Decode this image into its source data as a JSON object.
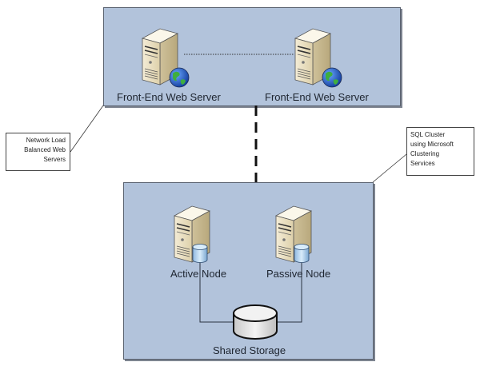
{
  "diagram": {
    "zones": {
      "web_tier": {
        "fill": "#b2c3db"
      },
      "sql_tier": {
        "fill": "#b2c3db"
      }
    },
    "nodes": {
      "web_server_1": {
        "label": "Front-End Web Server",
        "icon": "web-server-icon"
      },
      "web_server_2": {
        "label": "Front-End Web Server",
        "icon": "web-server-icon"
      },
      "active_node": {
        "label": "Active Node",
        "icon": "database-server-icon"
      },
      "passive_node": {
        "label": "Passive Node",
        "icon": "database-server-icon"
      },
      "shared_storage": {
        "label": "Shared Storage",
        "icon": "disk-storage-icon"
      }
    },
    "callouts": {
      "nlb": {
        "lines": [
          "Network Load",
          "Balanced Web",
          "Servers"
        ]
      },
      "sql": {
        "lines": [
          "SQL Cluster",
          "using Microsoft",
          "Clustering",
          "Services"
        ]
      }
    },
    "connections": [
      {
        "from": "web_server_1",
        "to": "web_server_2",
        "style": "dotted"
      },
      {
        "from": "web_tier",
        "to": "sql_tier",
        "style": "dashed-thick"
      },
      {
        "from": "active_node",
        "to": "shared_storage",
        "style": "solid"
      },
      {
        "from": "passive_node",
        "to": "shared_storage",
        "style": "solid"
      }
    ]
  }
}
